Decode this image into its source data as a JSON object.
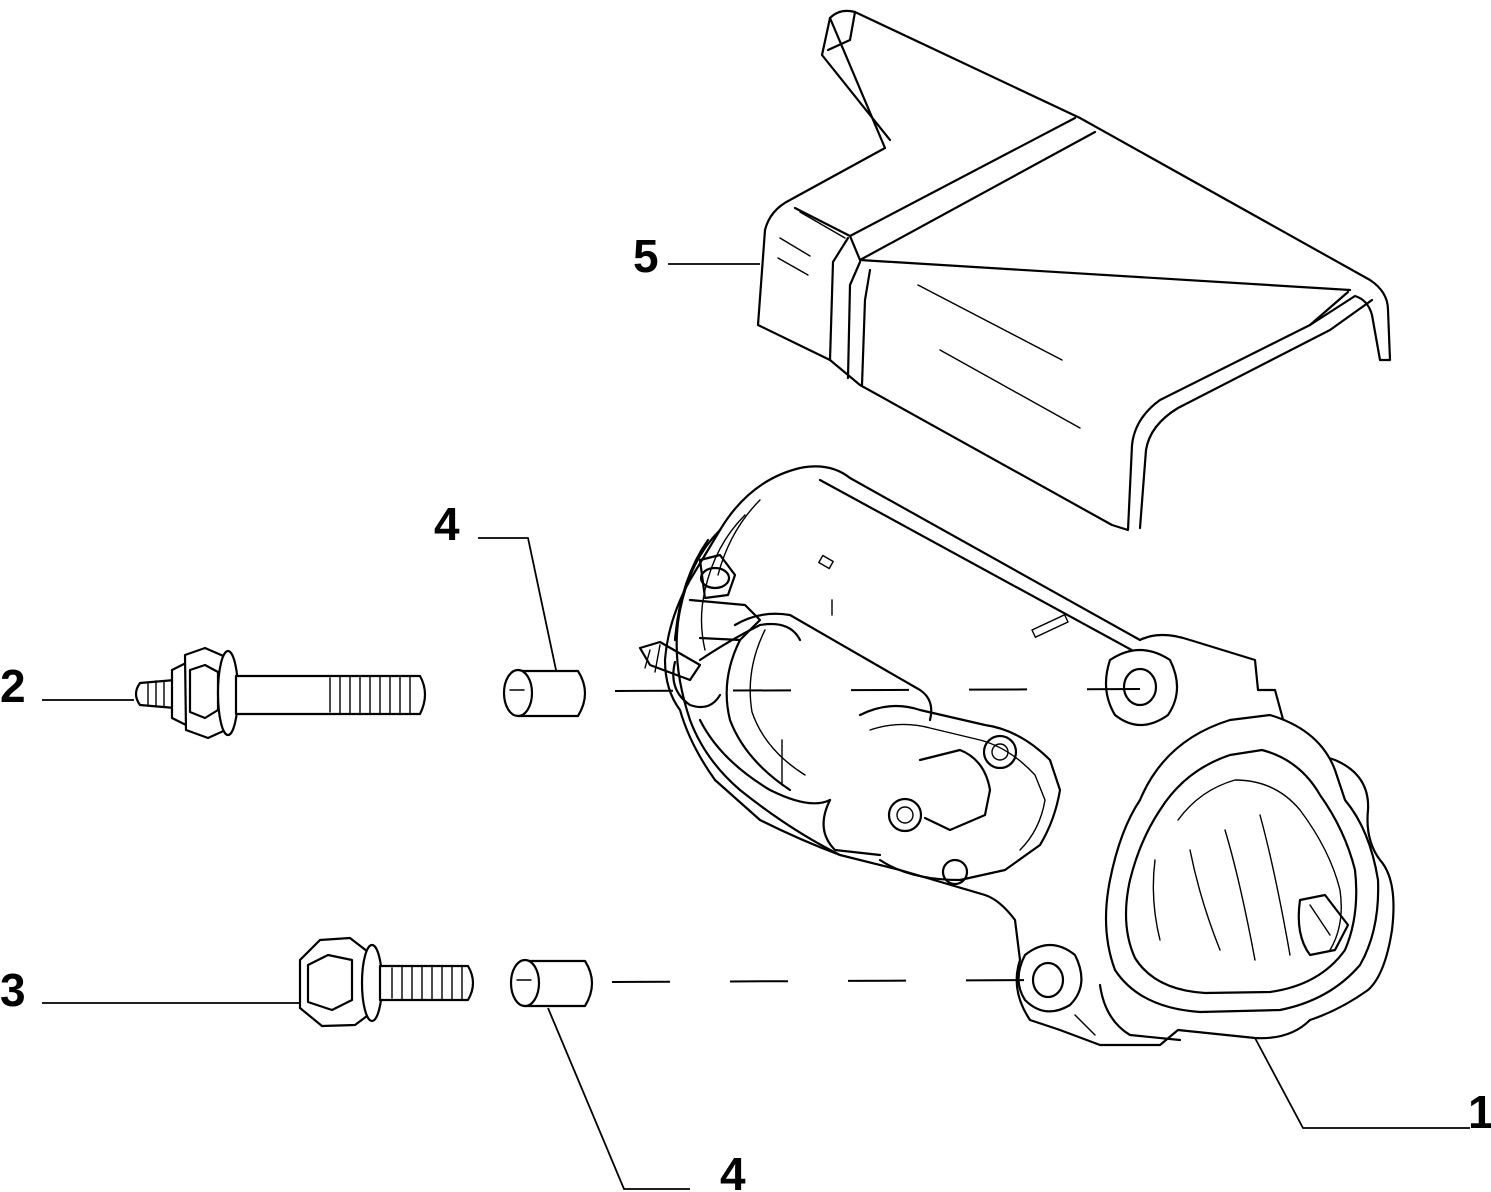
{
  "diagram": {
    "callouts": [
      {
        "id": "1",
        "label": "1"
      },
      {
        "id": "2",
        "label": "2"
      },
      {
        "id": "3",
        "label": "3"
      },
      {
        "id": "4a",
        "label": "4"
      },
      {
        "id": "4b",
        "label": "4"
      },
      {
        "id": "5",
        "label": "5"
      }
    ]
  }
}
